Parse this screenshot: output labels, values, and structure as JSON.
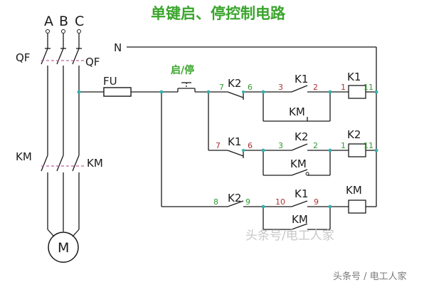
{
  "title": "单键启、停控制电路",
  "watermark_center": "头条号/电工人家",
  "watermark_corner": "头条号 / 电工人家",
  "phases": [
    "A",
    "B",
    "C"
  ],
  "neutral": "N",
  "breaker": "QF",
  "fuse": "FU",
  "contactor": "KM",
  "motor": "M",
  "button_label": "启/停",
  "relays": {
    "k1": "K1",
    "k2": "K2",
    "km": "KM"
  },
  "nodes": {
    "r1": {
      "n7": "7",
      "n6": "6",
      "n3": "3",
      "n2": "2",
      "n1": "1",
      "n11": "11"
    },
    "r2": {
      "n7": "7",
      "n6": "6",
      "n3": "3",
      "n2": "2",
      "n1": "1",
      "n11": "11"
    },
    "r3": {
      "n8": "8",
      "n9a": "9",
      "n10": "10",
      "n9b": "9"
    }
  },
  "colors": {
    "title": "#3aa52c",
    "node_green": "#2e9a2e",
    "node_red": "#b03030",
    "wire": "#1a1a1a",
    "junction": "#32b0a8",
    "dashed": "#c060a0",
    "watermark": "#c8c8c8"
  }
}
